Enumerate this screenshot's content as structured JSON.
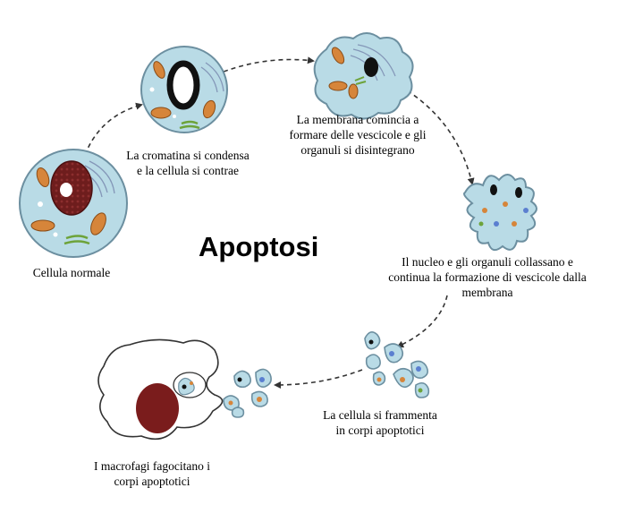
{
  "title": "Apoptosi",
  "stages": [
    {
      "caption": "Cellula normale"
    },
    {
      "caption": "La cromatina si condensa\ne la cellula si contrae"
    },
    {
      "caption": "La membrana comincia a\nformare delle vescicole e gli\norganuli si disintegrano"
    },
    {
      "caption": "Il nucleo e gli organuli collassano e\ncontinua la formazione di vescicole dalla\nmembrana"
    },
    {
      "caption": "La cellula si frammenta\nin corpi apoptotici"
    },
    {
      "caption": "I macrofagi fagocitano i\ncorpi apoptotici"
    }
  ],
  "colors": {
    "cell_fill": "#b9dbe6",
    "cell_stroke": "#6c8fa0",
    "nucleus": "#6e1d1d",
    "mitochondria": "#d6853a",
    "golgi": "#9cc75a",
    "er": "#8497b8",
    "arrow": "#333333"
  }
}
